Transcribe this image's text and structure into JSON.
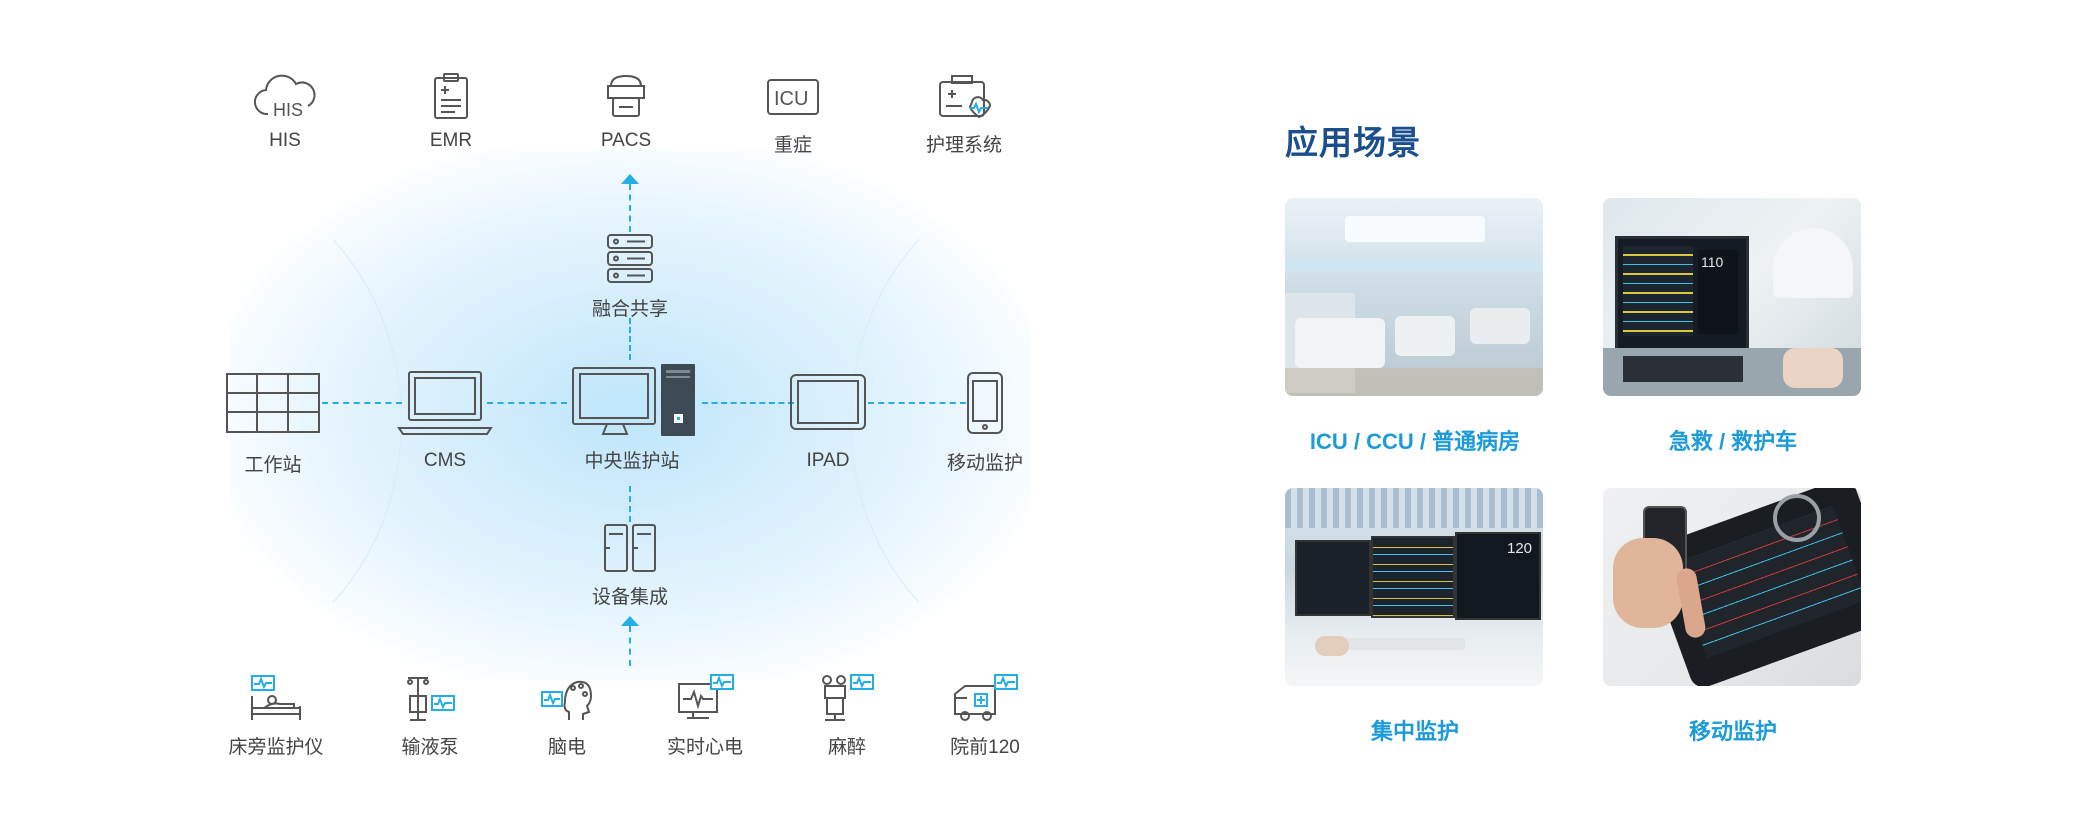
{
  "top_systems": [
    {
      "label": "HIS",
      "icon": "cloud-his-icon",
      "icon_text": "HIS"
    },
    {
      "label": "EMR",
      "icon": "clipboard-icon"
    },
    {
      "label": "PACS",
      "icon": "scanner-icon"
    },
    {
      "label": "重症",
      "icon": "icu-icon",
      "icon_text": "ICU"
    },
    {
      "label": "护理系统",
      "icon": "nursing-kit-icon"
    }
  ],
  "hub": {
    "fusion_label": "融合共享",
    "central_label": "中央监护站",
    "device_label": "设备集成"
  },
  "middle_row": {
    "workstation": "工作站",
    "cms": "CMS",
    "ipad": "IPAD",
    "mobile": "移动监护"
  },
  "bottom_devices": [
    {
      "label": "床旁监护仪",
      "icon": "bedside-monitor-icon"
    },
    {
      "label": "输液泵",
      "icon": "infusion-pump-icon"
    },
    {
      "label": "脑电",
      "icon": "eeg-icon"
    },
    {
      "label": "实时心电",
      "icon": "ecg-icon"
    },
    {
      "label": "麻醉",
      "icon": "anesthesia-icon"
    },
    {
      "label": "院前120",
      "icon": "ambulance-icon"
    }
  ],
  "scenarios": {
    "title": "应用场景",
    "items": [
      {
        "caption": "ICU / CCU / 普通病房",
        "photo": "hospital-ward-photo"
      },
      {
        "caption": "急救 / 救护车",
        "photo": "emergency-monitor-photo"
      },
      {
        "caption": "集中监护",
        "photo": "central-station-photo",
        "screen_value": "120"
      },
      {
        "caption": "移动监护",
        "photo": "tablet-monitor-photo"
      }
    ],
    "ems_monitor_value": "110"
  },
  "colors": {
    "accent": "#25aee6",
    "title": "#1a4e8c",
    "caption": "#1c9bd8",
    "glow": "#bfe6fb"
  }
}
